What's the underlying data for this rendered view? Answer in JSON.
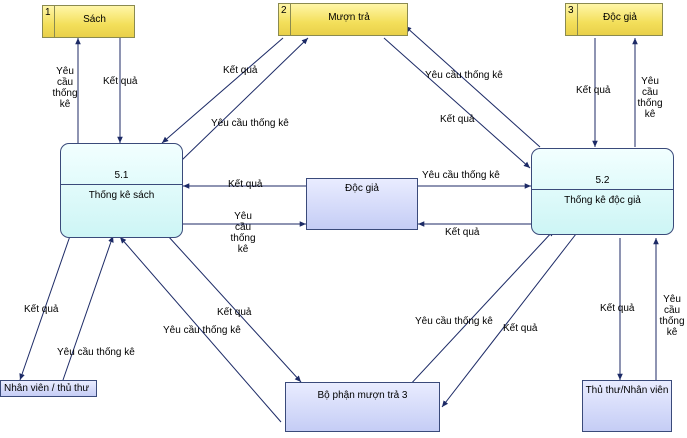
{
  "data_stores": [
    {
      "num": "1",
      "name": "Sách"
    },
    {
      "num": "2",
      "name": "Mượn trả"
    },
    {
      "num": "3",
      "name": "Độc giả"
    }
  ],
  "processes": [
    {
      "id": "5.1",
      "name": "Thống kê sách"
    },
    {
      "id": "5.2",
      "name": "Thống kê độc giả"
    }
  ],
  "entities": {
    "doc_gia": "Độc giả",
    "nhan_vien": "Nhân viên / thủ thư",
    "bo_phan": "Bộ phận mượn trả 3",
    "thu_thu": "Thủ thư/Nhân viên"
  },
  "flows": {
    "sach_request": "Yêu cầu thống kê",
    "sach_result": "Kết quả",
    "muontra_result_to_51": "Kết quả",
    "muontra_request_from_51": "Yêu cầu thống kê",
    "muontra_request_from_52": "Yêu cầu thống kê",
    "muontra_result_to_52": "Kết quả",
    "docgia_store_result": "Kết quả",
    "docgia_store_request": "Yêu cầu thống kê",
    "docgia_result_to_51": "Kết quả",
    "docgia_request_from_51": "Yêu cầu thống kê",
    "docgia_request_to_52": "Yêu cầu thống kê",
    "docgia_result_from_52": "Kết quả",
    "nv_result": "Kết quả",
    "nv_request": "Yêu cầu thống kê",
    "bp_result_51": "Kết quả",
    "bp_request_51": "Yêu cầu thống kê",
    "bp_request_52": "Yêu cầu thống kê",
    "bp_result_52": "Kết quả",
    "tt_result": "Kết quả",
    "tt_request": "Yêu cầu thống kê"
  }
}
